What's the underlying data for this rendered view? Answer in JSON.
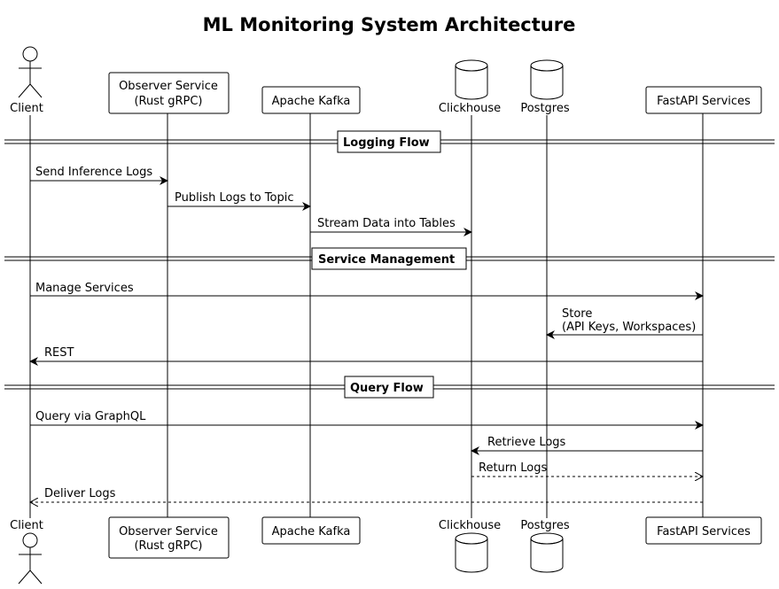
{
  "title": "ML Monitoring System Architecture",
  "participants": [
    {
      "id": "client",
      "kind": "actor",
      "label": "Client"
    },
    {
      "id": "observer",
      "kind": "box",
      "label_line1": "Observer Service",
      "label_line2": "(Rust gRPC)"
    },
    {
      "id": "kafka",
      "kind": "box",
      "label": "Apache Kafka"
    },
    {
      "id": "clickhouse",
      "kind": "database",
      "label": "Clickhouse"
    },
    {
      "id": "postgres",
      "kind": "database",
      "label": "Postgres"
    },
    {
      "id": "fastapi",
      "kind": "box",
      "label": "FastAPI Services"
    }
  ],
  "sections": [
    {
      "label": "Logging Flow"
    },
    {
      "label": "Service Management"
    },
    {
      "label": "Query Flow"
    }
  ],
  "messages": [
    {
      "from": "client",
      "to": "observer",
      "label": "Send Inference Logs",
      "style": "solid"
    },
    {
      "from": "observer",
      "to": "kafka",
      "label": "Publish Logs to Topic",
      "style": "solid"
    },
    {
      "from": "kafka",
      "to": "clickhouse",
      "label": "Stream Data into Tables",
      "style": "solid"
    },
    {
      "from": "client",
      "to": "fastapi",
      "label": "Manage Services",
      "style": "solid"
    },
    {
      "from": "fastapi",
      "to": "postgres",
      "label_line1": "Store",
      "label_line2": "(API Keys, Workspaces)",
      "style": "solid"
    },
    {
      "from": "fastapi",
      "to": "client",
      "label": "REST",
      "style": "solid"
    },
    {
      "from": "client",
      "to": "fastapi",
      "label": "Query via GraphQL",
      "style": "solid"
    },
    {
      "from": "fastapi",
      "to": "clickhouse",
      "label": "Retrieve Logs",
      "style": "solid"
    },
    {
      "from": "clickhouse",
      "to": "fastapi",
      "label": "Return Logs",
      "style": "dashed"
    },
    {
      "from": "fastapi",
      "to": "client",
      "label": "Deliver Logs",
      "style": "dashed"
    }
  ]
}
